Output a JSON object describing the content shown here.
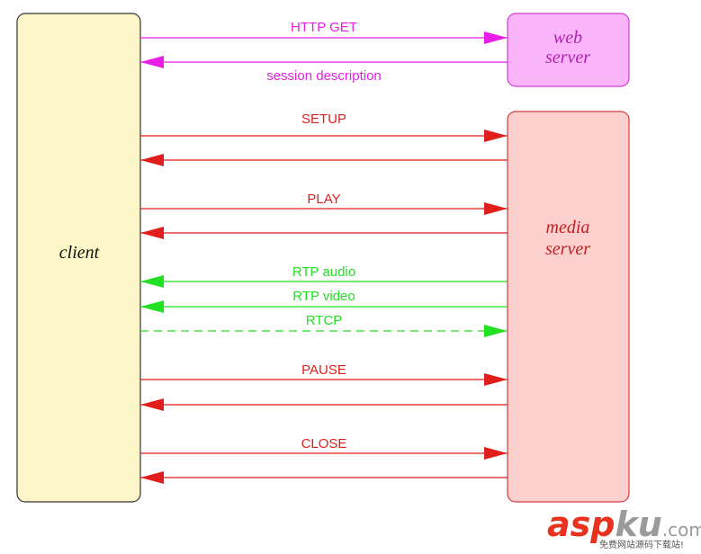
{
  "colors": {
    "http": "#e61ee6",
    "rtsp": "#e01e1e",
    "rtp": "#22e022",
    "client_fill": "#fdf6c8",
    "web_fill": "#fbb6fb",
    "media_fill": "#fdd0d0",
    "watermark_red": "#e8321e",
    "watermark_gray": "#9a9a9a"
  },
  "boxes": {
    "client": {
      "line1": "client",
      "line2": ""
    },
    "web": {
      "line1": "web",
      "line2": "server"
    },
    "media": {
      "line1": "media",
      "line2": "server"
    }
  },
  "messages": [
    {
      "label": "HTTP GET",
      "direction": "right",
      "color": "http",
      "dashed": false
    },
    {
      "label": "session description",
      "direction": "left",
      "color": "http",
      "dashed": false
    },
    {
      "label": "SETUP",
      "direction": "right",
      "color": "rtsp",
      "dashed": false
    },
    {
      "label": "",
      "direction": "left",
      "color": "rtsp",
      "dashed": false
    },
    {
      "label": "PLAY",
      "direction": "right",
      "color": "rtsp",
      "dashed": false
    },
    {
      "label": "",
      "direction": "left",
      "color": "rtsp",
      "dashed": false
    },
    {
      "label": "RTP audio",
      "direction": "left",
      "color": "rtp",
      "dashed": false
    },
    {
      "label": "RTP video",
      "direction": "left",
      "color": "rtp",
      "dashed": false
    },
    {
      "label": "RTCP",
      "direction": "right",
      "color": "rtp",
      "dashed": true
    },
    {
      "label": "PAUSE",
      "direction": "right",
      "color": "rtsp",
      "dashed": false
    },
    {
      "label": "",
      "direction": "left",
      "color": "rtsp",
      "dashed": false
    },
    {
      "label": "CLOSE",
      "direction": "right",
      "color": "rtsp",
      "dashed": false
    },
    {
      "label": "",
      "direction": "left",
      "color": "rtsp",
      "dashed": false
    }
  ],
  "watermark": {
    "brand_a": "asp",
    "brand_b": "ku",
    "suffix": ".com",
    "tagline": "免费网站源码下载站!"
  }
}
